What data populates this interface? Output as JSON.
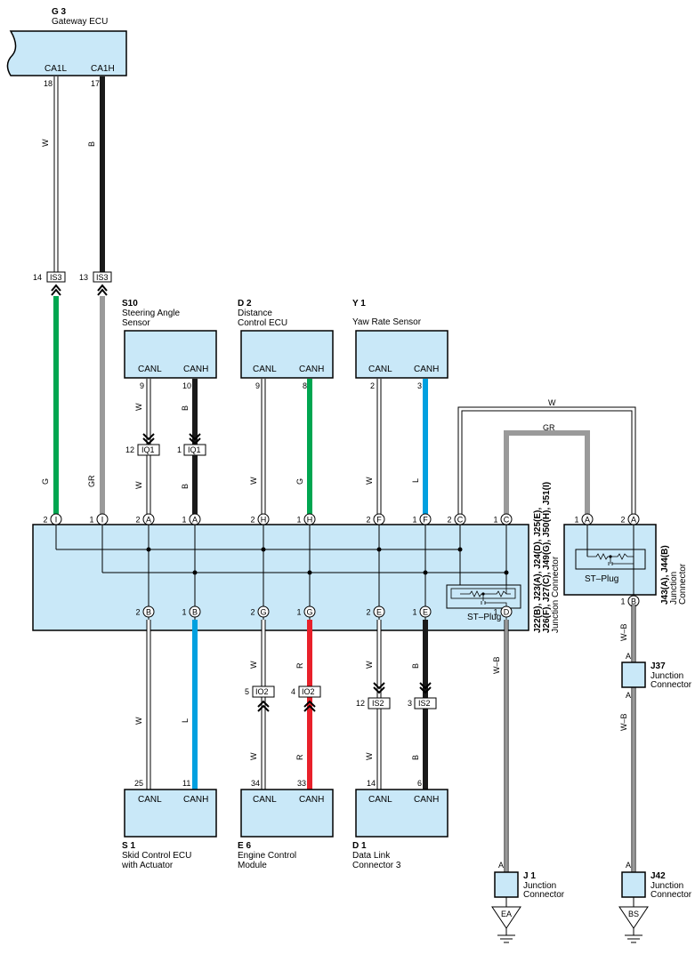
{
  "components": {
    "g3": {
      "code": "G 3",
      "name": "Gateway ECU",
      "pin_left": "CA1L",
      "pin_right": "CA1H",
      "num_left": "18",
      "num_right": "17"
    },
    "s10": {
      "code": "S10",
      "name1": "Steering Angle",
      "name2": "Sensor",
      "canl": "CANL",
      "canh": "CANH",
      "num_l": "9",
      "num_h": "10"
    },
    "d2": {
      "code": "D 2",
      "name1": "Distance",
      "name2": "Control ECU",
      "canl": "CANL",
      "canh": "CANH",
      "num_l": "9",
      "num_h": "8"
    },
    "y1": {
      "code": "Y 1",
      "name1": "Yaw Rate Sensor",
      "canl": "CANL",
      "canh": "CANH",
      "num_l": "2",
      "num_h": "3"
    },
    "s1": {
      "code": "S 1",
      "name1": "Skid Control ECU",
      "name2": "with Actuator",
      "canl": "CANL",
      "canh": "CANH",
      "num_l": "25",
      "num_h": "11"
    },
    "e6": {
      "code": "E 6",
      "name1": "Engine Control",
      "name2": "Module",
      "canl": "CANL",
      "canh": "CANH",
      "num_l": "34",
      "num_h": "33"
    },
    "d1": {
      "code": "D 1",
      "name1": "Data Link",
      "name2": "Connector 3",
      "canl": "CANL",
      "canh": "CANH",
      "num_l": "14",
      "num_h": "6"
    },
    "jc_main": {
      "title": "J22(B), J23(A), J24(D), J25(E),",
      "title2": "J26(F), J27(C), J49(G), J50(H), J51(I)",
      "title3": "Junction Connector",
      "plug": "ST–Plug"
    },
    "jc_right": {
      "title": "J43(A), J44(B)",
      "title2": "Junction",
      "title3": "Connector",
      "plug": "ST–Plug"
    },
    "j37": {
      "code": "J37",
      "name1": "Junction",
      "name2": "Connector",
      "pin_top": "A",
      "pin_bot": "A"
    },
    "j1": {
      "code": "J 1",
      "name1": "Junction",
      "name2": "Connector",
      "pin": "A",
      "ground": "EA"
    },
    "j42": {
      "code": "J42",
      "name1": "Junction",
      "name2": "Connector",
      "pin": "A",
      "ground": "BS"
    }
  },
  "connectors": {
    "is3_a": {
      "label": "IS3",
      "num": "14"
    },
    "is3_b": {
      "label": "IS3",
      "num": "13"
    },
    "iq1_a": {
      "label": "IQ1",
      "num": "12"
    },
    "iq1_b": {
      "label": "IQ1",
      "num": "1"
    },
    "io2_a": {
      "label": "IO2",
      "num": "5"
    },
    "io2_b": {
      "label": "IO2",
      "num": "4"
    },
    "is2_a": {
      "label": "IS2",
      "num": "12"
    },
    "is2_b": {
      "label": "IS2",
      "num": "3"
    }
  },
  "pins": {
    "top": [
      {
        "num": "2",
        "letter": "I"
      },
      {
        "num": "1",
        "letter": "I"
      },
      {
        "num": "2",
        "letter": "A"
      },
      {
        "num": "1",
        "letter": "A"
      },
      {
        "num": "2",
        "letter": "H"
      },
      {
        "num": "1",
        "letter": "H"
      },
      {
        "num": "2",
        "letter": "F"
      },
      {
        "num": "1",
        "letter": "F"
      },
      {
        "num": "2",
        "letter": "C"
      },
      {
        "num": "1",
        "letter": "C"
      },
      {
        "num": "1",
        "letter": "A"
      },
      {
        "num": "2",
        "letter": "A"
      }
    ],
    "bottom": [
      {
        "num": "2",
        "letter": "B"
      },
      {
        "num": "1",
        "letter": "B"
      },
      {
        "num": "2",
        "letter": "G"
      },
      {
        "num": "1",
        "letter": "G"
      },
      {
        "num": "2",
        "letter": "E"
      },
      {
        "num": "1",
        "letter": "E"
      },
      {
        "num": "1",
        "letter": "D"
      },
      {
        "num": "1",
        "letter": "B"
      }
    ]
  },
  "wire_colors": {
    "W": "W",
    "B": "B",
    "G": "G",
    "GR": "GR",
    "L": "L",
    "R": "R",
    "WB": "W–B"
  },
  "colors": {
    "box_fill": "#c9e8f8",
    "green": "#00a650",
    "gray": "#9a9a9a",
    "blue": "#00a0e0",
    "red": "#e8202a",
    "black": "#1a1a1a"
  }
}
